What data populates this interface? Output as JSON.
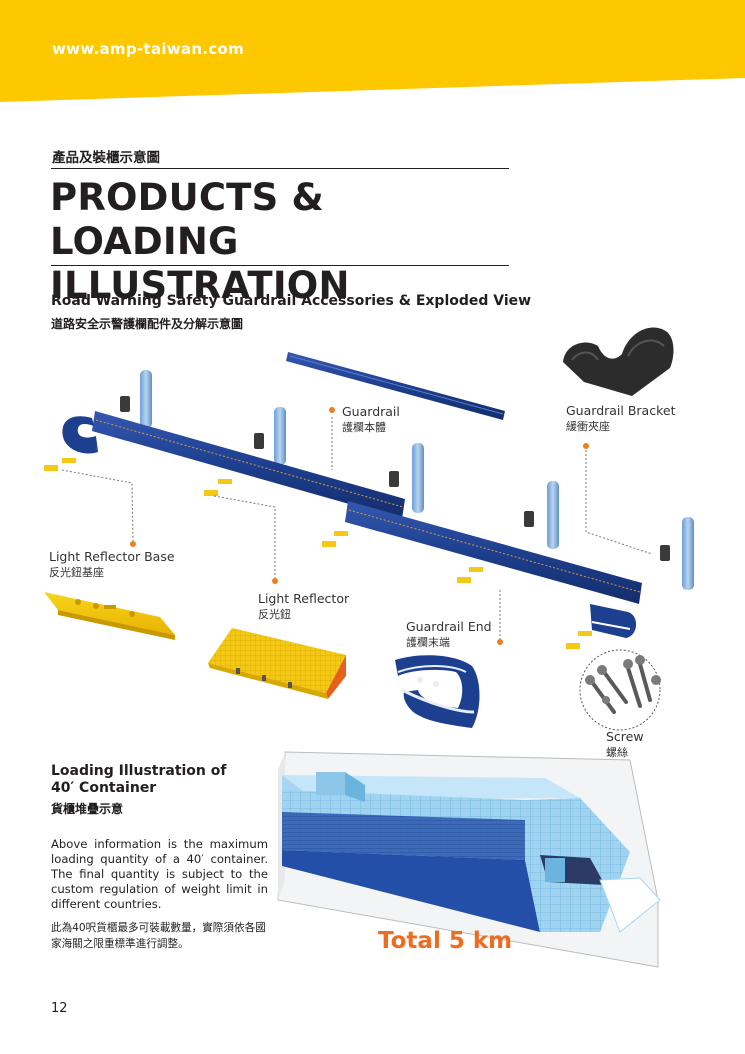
{
  "header": {
    "url": "www.amp-taiwan.com",
    "band_color": "#fdc800",
    "text_color": "#ffffff"
  },
  "page": {
    "subtitle_zh": "產品及裝櫃示意圖",
    "title_line1": "PRODUCTS &",
    "title_line2": "LOADING ILLUSTRATION",
    "page_number": "12"
  },
  "exploded": {
    "title": "Road Warning Safety Guardrail Accessories & Exploded View",
    "title_zh": "道路安全示警護欄配件及分解示意圖",
    "guardrail_color": "#1d3f8f",
    "accent_color": "#ee7d1f",
    "callouts": [
      {
        "name": "Guardrail",
        "zh": "護欄本體"
      },
      {
        "name": "Guardrail Bracket",
        "zh": "緩衝夾座"
      },
      {
        "name": "Light Reflector Base",
        "zh": "反光鈕基座"
      },
      {
        "name": "Light Reflector",
        "zh": "反光鈕"
      },
      {
        "name": "Guardrail End",
        "zh": "護欄末端"
      },
      {
        "name": "Screw",
        "zh": "螺絲"
      }
    ]
  },
  "loading": {
    "title_line1": "Loading Illustration of",
    "title_line2": "40′ Container",
    "title_zh": "貨櫃堆疊示意",
    "note_en": "Above information is the maximum loading quantity of a 40′ container. The final quantity is subject to the custom regulation of weight limit in different countries.",
    "note_zh": "此為40呎貨櫃最多可裝載數量，實際須依各國家海關之限重標準進行調整。",
    "total": "Total 5 km",
    "total_color": "#ee6c21"
  }
}
